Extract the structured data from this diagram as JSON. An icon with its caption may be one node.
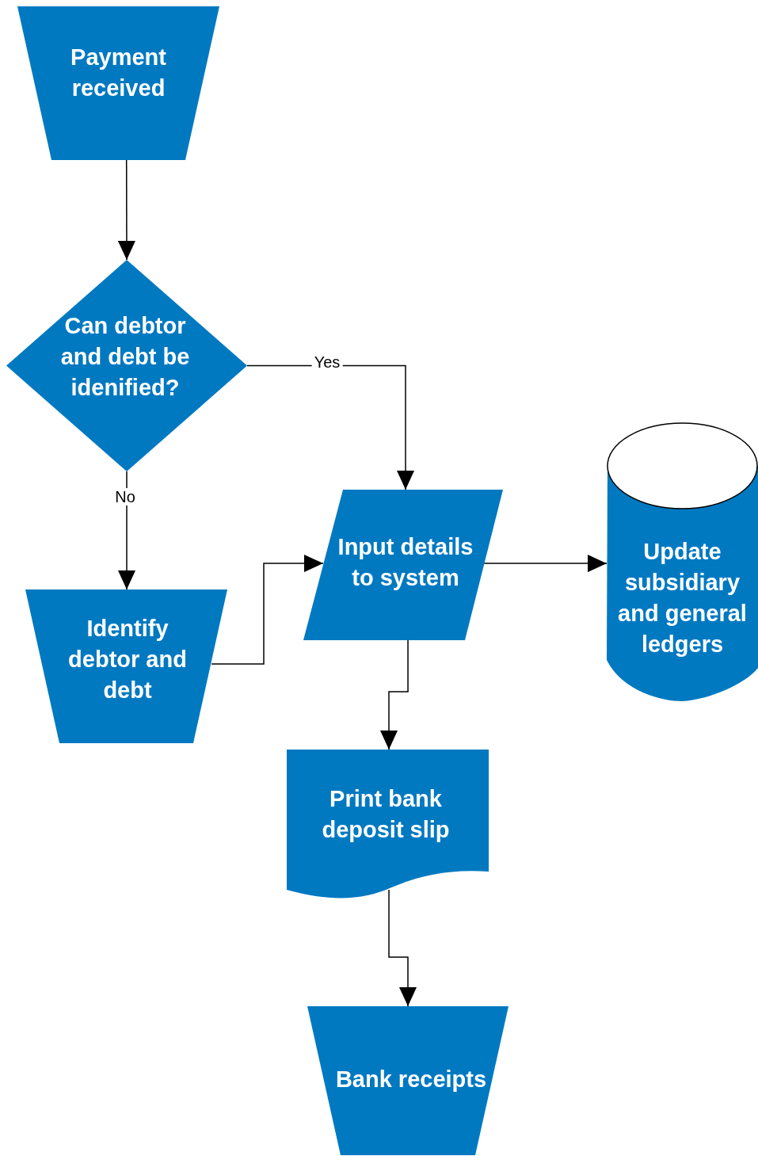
{
  "diagram": {
    "nodes": [
      {
        "text": [
          "Payment received"
        ]
      },
      {
        "text": [
          "Can debtor and debt be idenified?"
        ]
      },
      {
        "text": [
          "Input details to system"
        ]
      },
      {
        "text": [
          "Update subsidiary and general ledgers"
        ]
      },
      {
        "text": [
          "Identify debtor and debt"
        ]
      },
      {
        "text": [
          "Print bank deposit slip"
        ]
      },
      {
        "text": [
          "Bank receipts"
        ]
      }
    ],
    "edges": [
      {
        "from": 0,
        "to": 1,
        "arrow": "to"
      },
      {
        "from": 1,
        "to": 2,
        "arrow": "to",
        "label": "Yes"
      },
      {
        "from": 1,
        "to": 4,
        "arrow": "to",
        "label": "No"
      },
      {
        "from": 4,
        "to": 2,
        "arrow": "to"
      },
      {
        "from": 2,
        "to": 3,
        "arrow": "to"
      },
      {
        "from": 2,
        "to": 5,
        "arrow": "to"
      },
      {
        "from": 5,
        "to": 6,
        "arrow": "to"
      }
    ]
  }
}
